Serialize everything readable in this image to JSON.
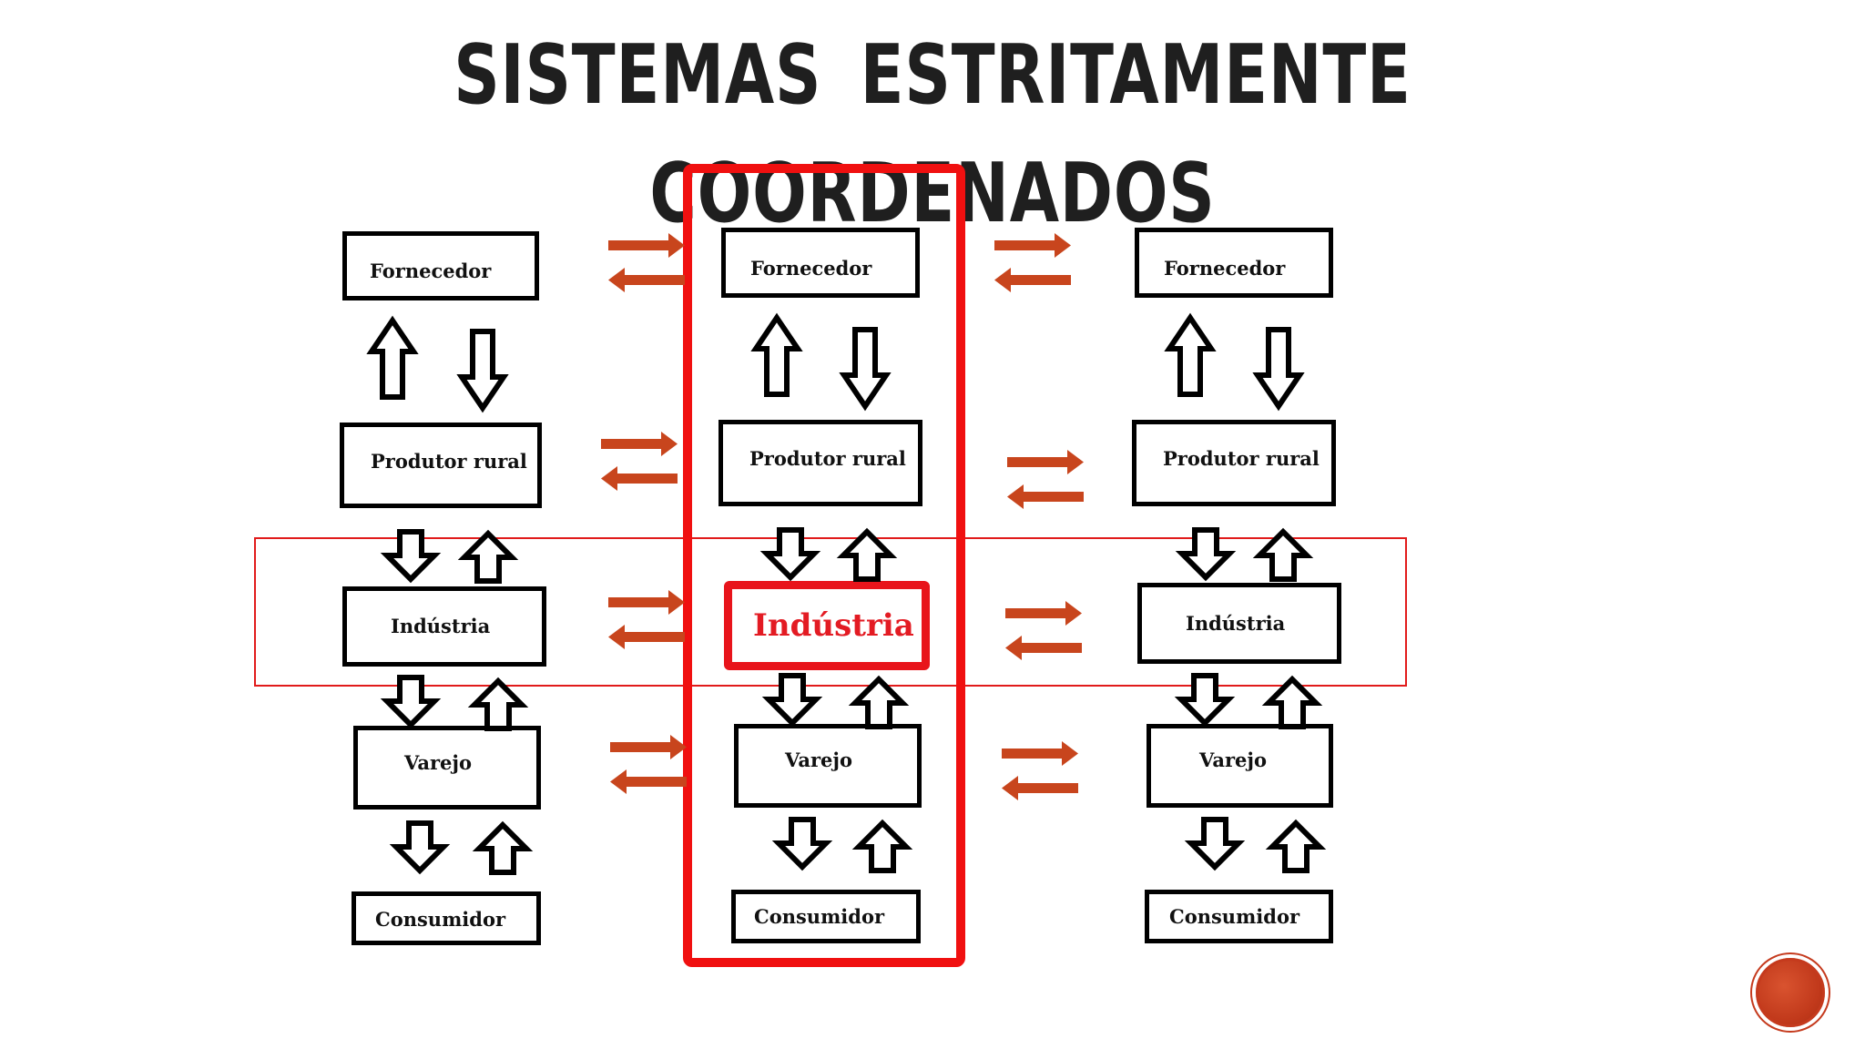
{
  "title": "SISTEMAS ESTRITAMENTE COORDENADOS",
  "columns": [
    {
      "fornecedor": "Fornecedor",
      "produtor": "Produtor rural",
      "industria": "Indústria",
      "varejo": "Varejo",
      "consumidor": "Consumidor"
    },
    {
      "fornecedor": "Fornecedor",
      "produtor": "Produtor rural",
      "industria": "Indústria",
      "varejo": "Varejo",
      "consumidor": "Consumidor"
    },
    {
      "fornecedor": "Fornecedor",
      "produtor": "Produtor rural",
      "industria": "Indústria",
      "varejo": "Varejo",
      "consumidor": "Consumidor"
    }
  ],
  "colors": {
    "highlight_red": "#e8141b",
    "exchange_arrow": "#c8451d",
    "box_border": "#000000"
  },
  "icons": {
    "flow_up": "hollow-up-arrow-icon",
    "flow_down": "hollow-down-arrow-icon",
    "exchange": "double-horizontal-arrow-icon",
    "nav": "next-slide-button"
  }
}
